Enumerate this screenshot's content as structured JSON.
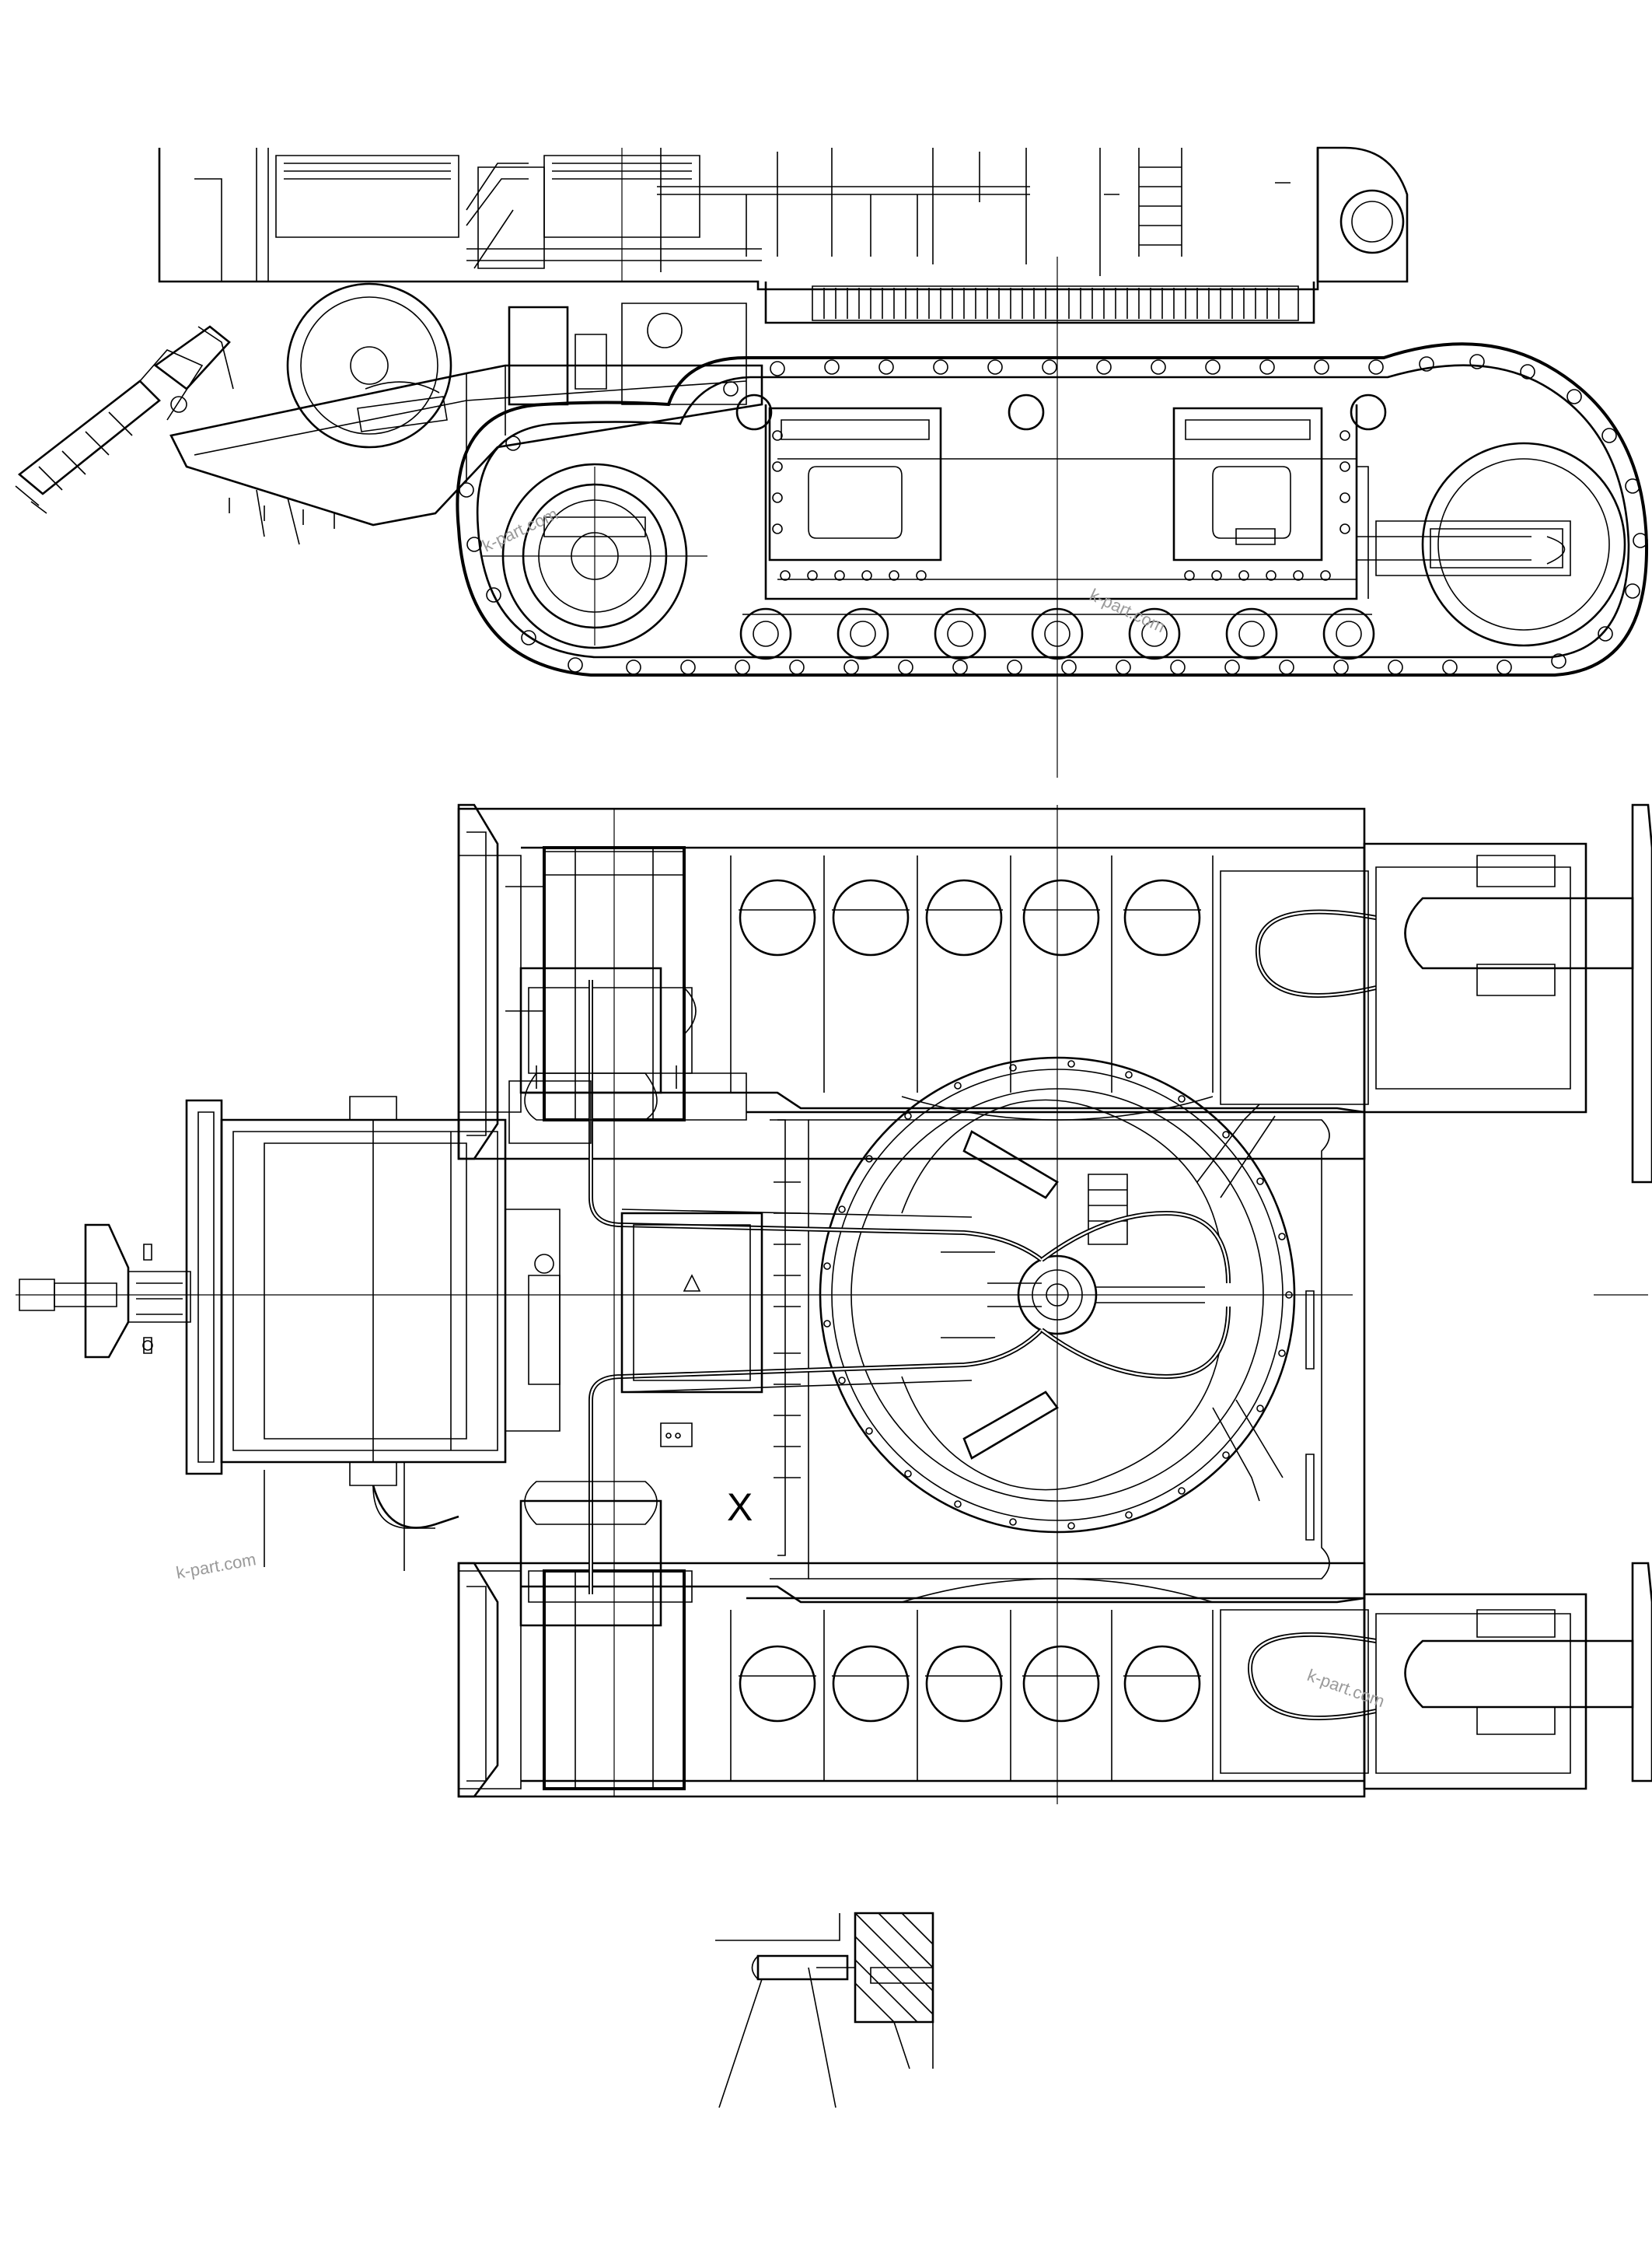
{
  "drawing": {
    "views": {
      "side_elevation": {},
      "plan_view": {
        "detail_marker": "X"
      },
      "detail": {}
    },
    "watermarks": [
      "k-part.com",
      "k-part.com",
      "k-part.com",
      "k-part.com"
    ]
  }
}
